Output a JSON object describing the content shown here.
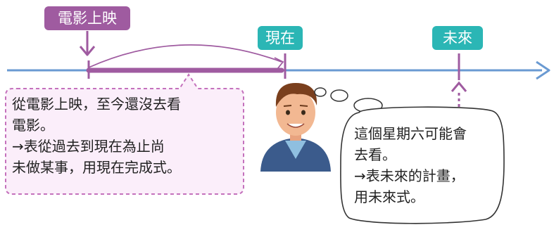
{
  "colors": {
    "timeline": "#6a9ad2",
    "purple": "#9f5ba0",
    "teal": "#2bb6b5",
    "left_bubble_fill": "#fbeefa",
    "left_bubble_border": "#c471bc",
    "right_bubble_border": "#333333"
  },
  "tags": {
    "release": "電影上映",
    "now": "現在",
    "future": "未來"
  },
  "left_note": {
    "line1": "從電影上映，至今還沒去看",
    "line2": "電影。",
    "line3": "→表從過去到現在為止尚",
    "line4": "未做某事，用現在完成式。"
  },
  "right_note": {
    "line1": "這個星期六可能會",
    "line2": "去看。",
    "line3": "→表未來的計畫，",
    "line4": "用未來式。"
  },
  "icons": {
    "person": "boy-avatar-icon",
    "thought_bubble": "thought-bubble-icon"
  }
}
